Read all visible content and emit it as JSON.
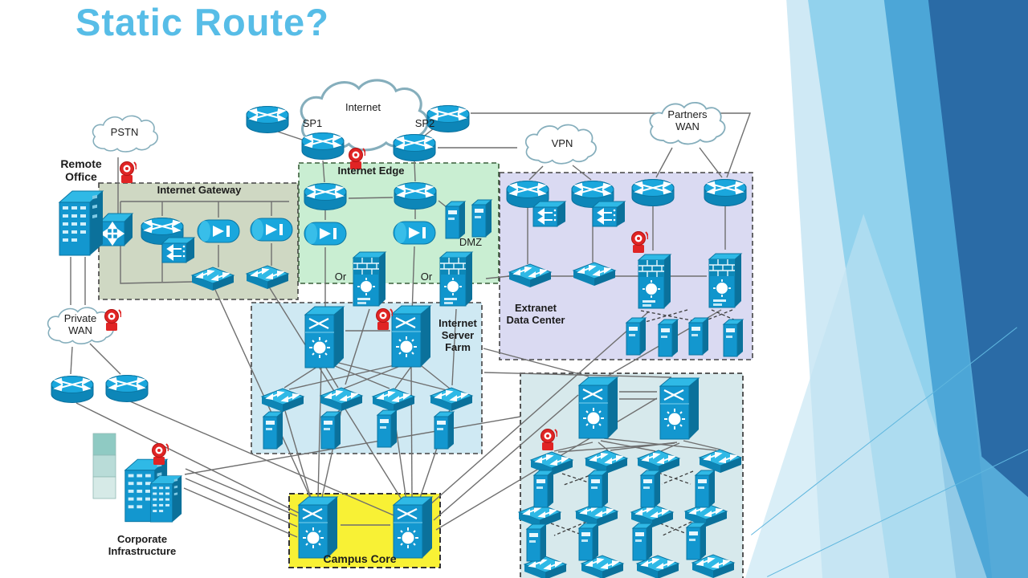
{
  "title": "Static Route?",
  "clouds": {
    "pstn": "PSTN",
    "internet": "Internet",
    "sp1": "SP1",
    "sp2": "SP2",
    "vpn": "VPN",
    "partners_wan": "Partners\nWAN",
    "private_wan": "Private\nWAN"
  },
  "zones": {
    "internet_gateway": "Internet Gateway",
    "internet_edge": "Internet Edge",
    "extranet_data_center": "Extranet\nData Center",
    "internet_server_farm": "Internet\nServer\nFarm",
    "campus_core": "Campus Core"
  },
  "labels": {
    "remote_office": "Remote\nOffice",
    "corporate_infrastructure": "Corporate\nInfrastructure",
    "dmz": "DMZ",
    "or_left": "Or",
    "or_right": "Or"
  },
  "colors": {
    "title_accent": "#57bde7",
    "device_blue": "#1397cf",
    "alarm_red": "#e02424",
    "zone_internet_gateway_bg": "#cfd8c3",
    "zone_internet_edge_bg": "#c9eed2",
    "zone_extranet_bg": "#dadaf2",
    "zone_server_farm_bg": "#cfe9f3",
    "zone_campus_core_bg": "#f8f135",
    "zone_data_center_bg": "#d7e9ec"
  }
}
